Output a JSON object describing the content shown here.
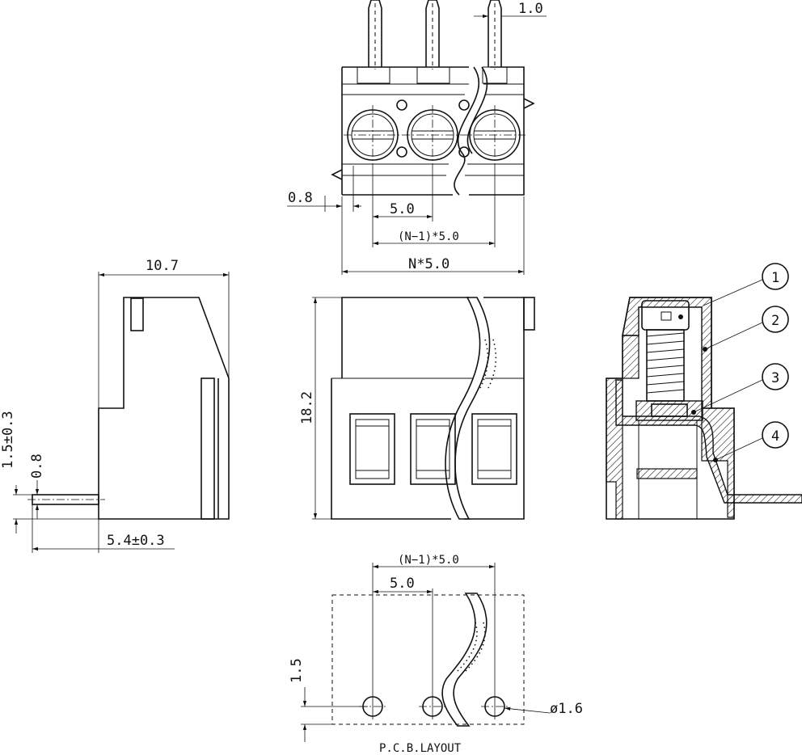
{
  "views": {
    "top": {
      "dim_pin_width": "1.0",
      "dim_offset": "0.8",
      "dim_pitch": "5.0",
      "dim_span": "(N−1)*5.0",
      "dim_total": "N*5.0"
    },
    "side": {
      "dim_depth": "10.7",
      "dim_pin_len": "1.5±0.3",
      "dim_pin_thk": "0.8",
      "dim_pin_off": "5.4±0.3"
    },
    "front": {
      "dim_height": "18.2"
    },
    "section": {
      "callouts": [
        "1",
        "2",
        "3",
        "4"
      ]
    },
    "pcb": {
      "dim_span": "(N−1)*5.0",
      "dim_pitch": "5.0",
      "dim_edge": "1.5",
      "dim_hole": "ø1.6",
      "caption": "P.C.B.LAYOUT"
    }
  }
}
